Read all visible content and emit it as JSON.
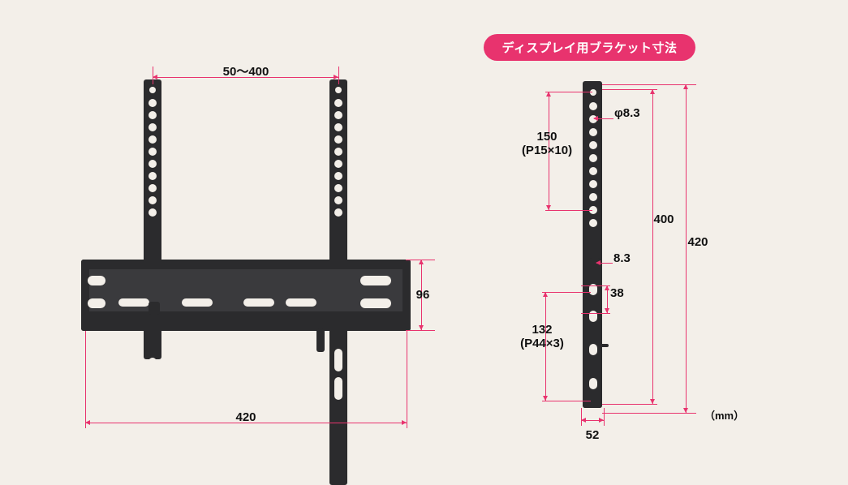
{
  "badge": {
    "label": "ディスプレイ用ブラケット寸法"
  },
  "left_view": {
    "name": "front-view",
    "dimensions": {
      "top_span": "50〜400",
      "bottom_width": "420",
      "right_height": "96"
    }
  },
  "right_view": {
    "name": "side-view",
    "dimensions": {
      "hole_diameter": "φ8.3",
      "upper_pitch": "150",
      "upper_pitch_detail": "(P15×10)",
      "mid_total": "400",
      "overall": "420",
      "slot_width": "8.3",
      "slot_gap": "38",
      "lower_pitch": "132",
      "lower_pitch_detail": "(P44×3)",
      "depth": "52"
    },
    "unit": "（mm）"
  },
  "colors": {
    "background": "#f3efe9",
    "accent": "#e8336e",
    "metal": "#2b2b2d",
    "text": "#111111"
  }
}
